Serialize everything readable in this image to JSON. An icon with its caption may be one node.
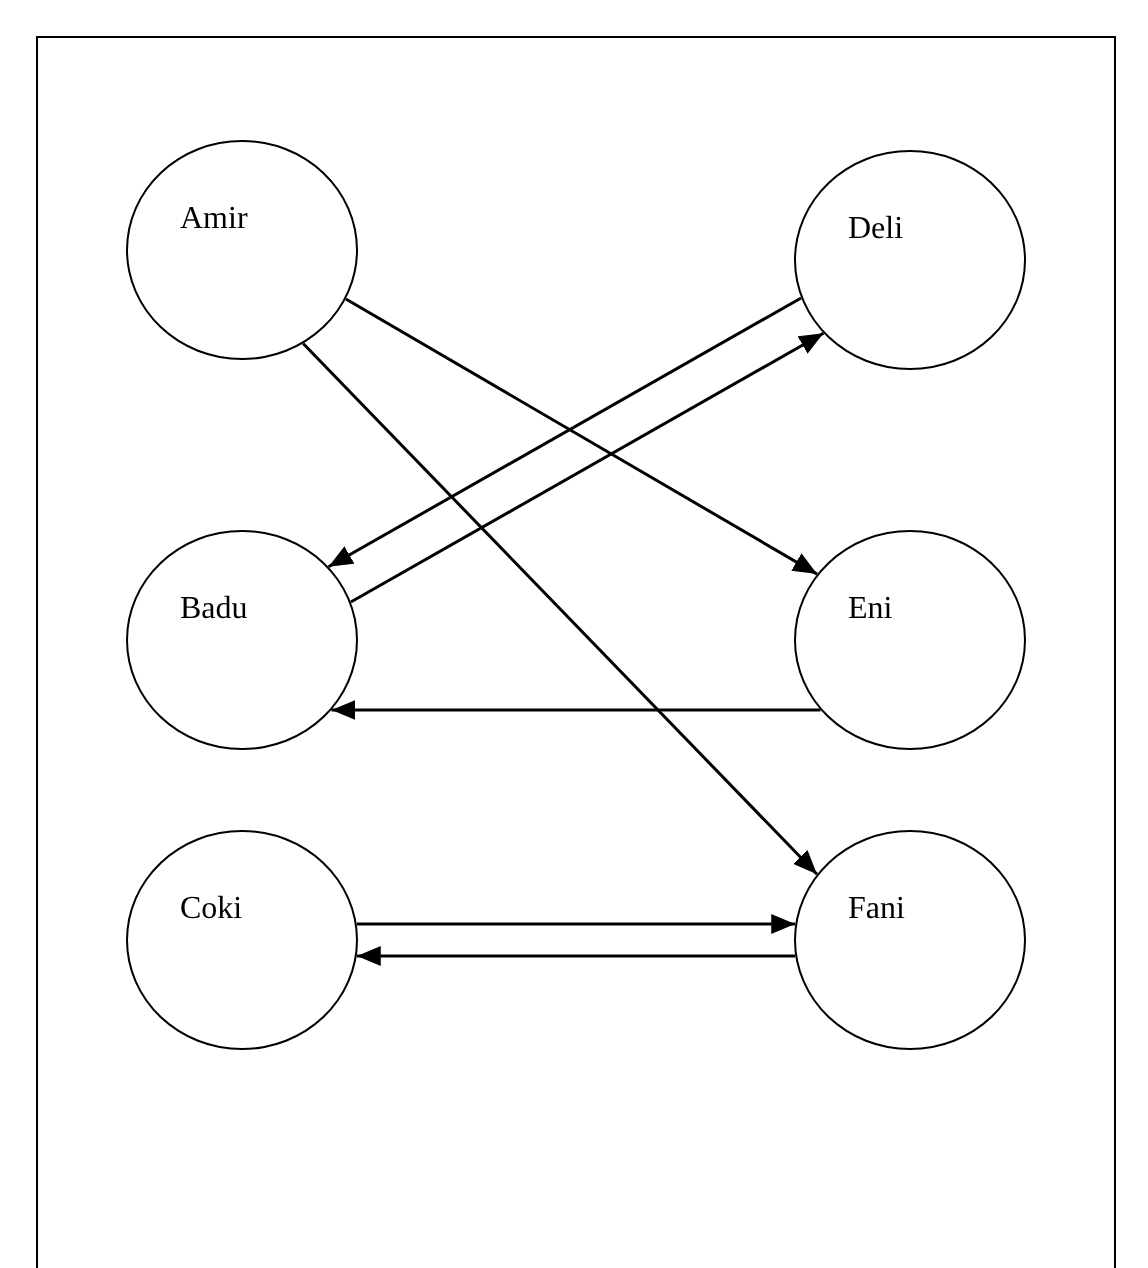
{
  "diagram": {
    "nodes": [
      {
        "text": [
          "Amir"
        ]
      },
      {
        "text": [
          "Deli"
        ]
      },
      {
        "text": [
          "Badu"
        ]
      },
      {
        "text": [
          "Eni"
        ]
      },
      {
        "text": [
          "Coki"
        ]
      },
      {
        "text": [
          "Fani"
        ]
      }
    ],
    "edges": [
      {
        "from": 0,
        "to": 3,
        "arrow": "to"
      },
      {
        "from": 0,
        "to": 5,
        "arrow": "to"
      },
      {
        "from": 1,
        "to": 2,
        "arrow": "to"
      },
      {
        "from": 2,
        "to": 1,
        "arrow": "to"
      },
      {
        "from": 3,
        "to": 2,
        "arrow": "to"
      },
      {
        "from": 4,
        "to": 5,
        "arrow": "to"
      },
      {
        "from": 5,
        "to": 4,
        "arrow": "to"
      }
    ]
  }
}
